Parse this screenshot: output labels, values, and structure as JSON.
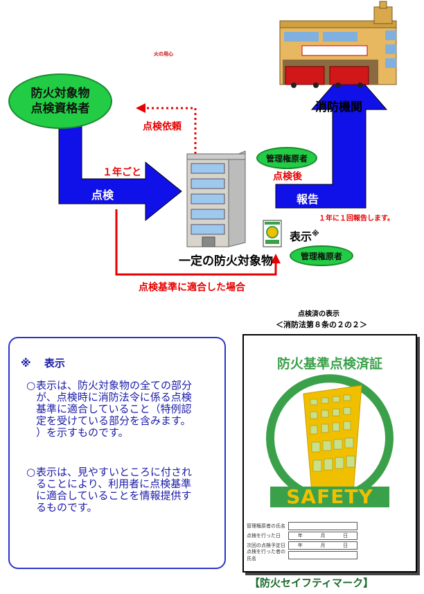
{
  "diagram": {
    "inspector_line1": "防火対象物",
    "inspector_line2": "点検資格者",
    "fire_dept": "消防機関",
    "request": "点検依頼",
    "yearly": "１年ごと",
    "inspection": "点検",
    "manager_top": "管理権原者",
    "after_inspection": "点検後",
    "report": "報告",
    "report_note": "１年に１回報告します。",
    "building_label": "一定の防火対象物",
    "display": "表示",
    "display_mark": "※",
    "manager_bottom": "管理権原者",
    "compliant": "点検基準に適合した場合",
    "fire_sign": "火の用心"
  },
  "panel": {
    "heading_mark": "※",
    "heading": "表示",
    "para1_bullet": "○",
    "para1_lines": [
      "表示は、防火対象物の全ての部分",
      "が、点検時に消防法令に係る点検",
      "基準に適合していること（特例認",
      "定を受けている部分を含みます。",
      "）を示すものです。"
    ],
    "para2_bullet": "○",
    "para2_lines": [
      "表示は、見やすいところに付され",
      "ることにより、利用者に点検基準",
      "に適合していることを情報提供す",
      "るものです。"
    ]
  },
  "certificate": {
    "caption1": "点検済の表示",
    "caption2": "＜消防法第８条の２の２＞",
    "title": "防火基準点検済証",
    "safety": "SAFETY",
    "form_rows": [
      "管理権原者の氏名",
      "点検を行った日",
      "次回の点検予定日",
      "点検を行った者の氏名"
    ],
    "date_units": [
      "年",
      "月",
      "日"
    ],
    "mark_name": "【防火セイフティマーク】"
  },
  "colors": {
    "arrow_blue": "#1010e8",
    "ellipse_green": "#22cc44",
    "line_red": "#e60000",
    "panel_border": "#2b34c8",
    "cert_green": "#3aa04a",
    "cert_gold": "#f0c000"
  }
}
